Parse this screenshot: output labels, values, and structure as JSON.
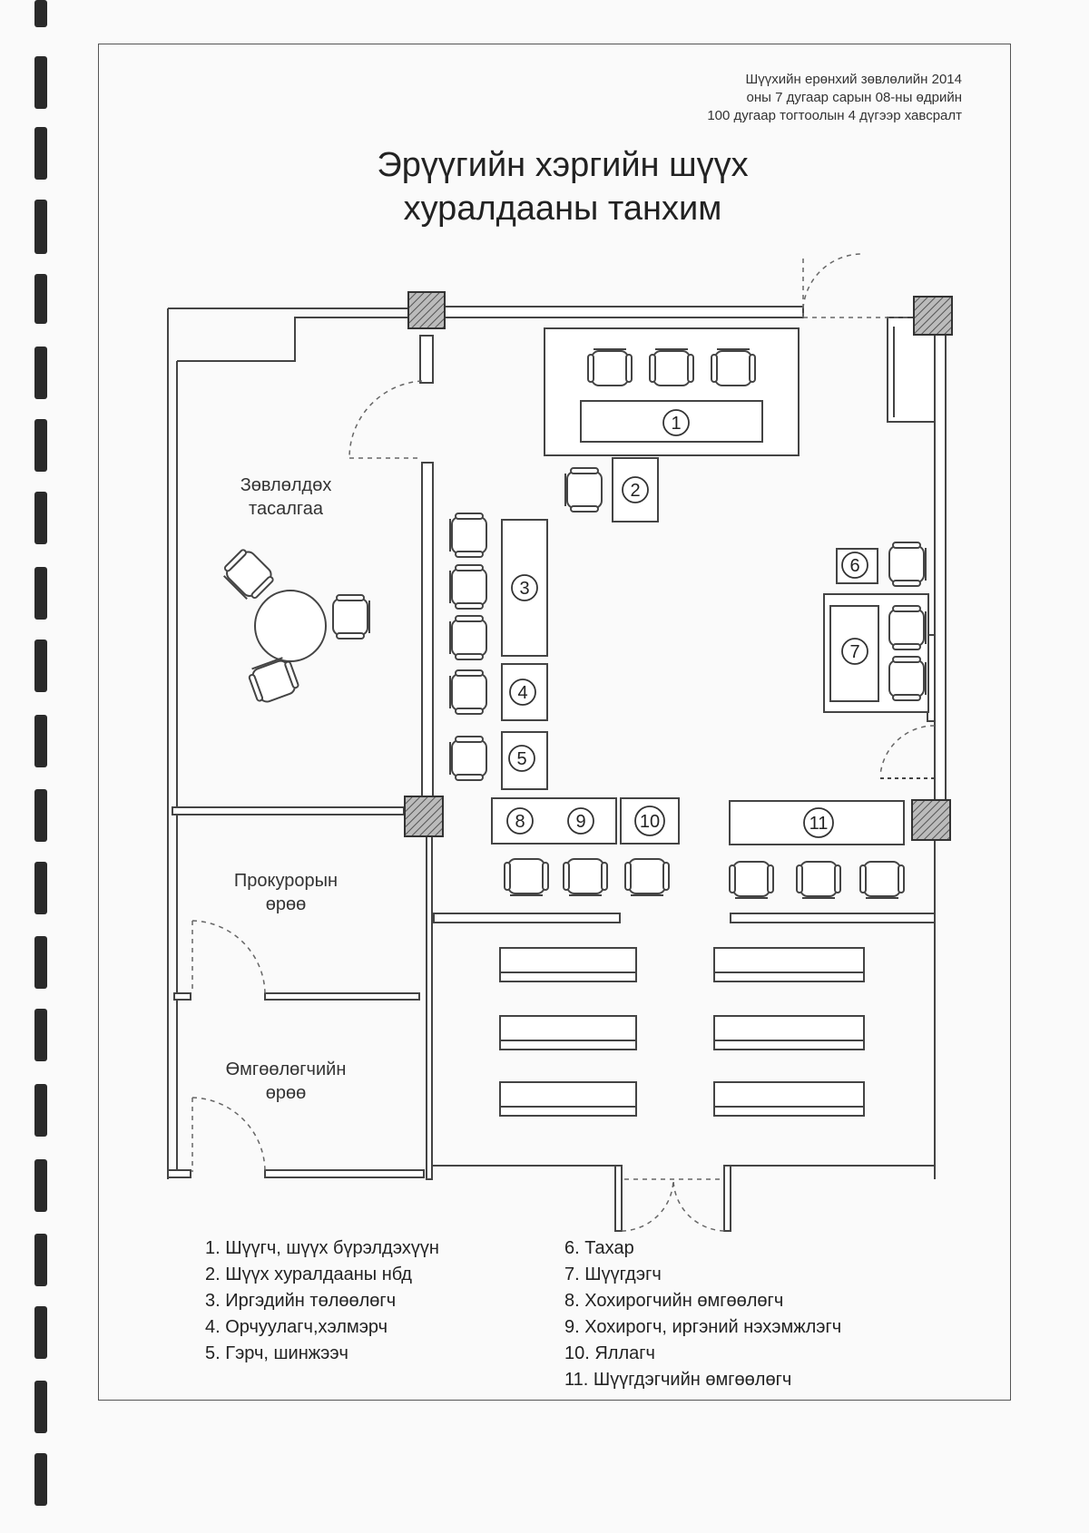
{
  "decree": {
    "line1": "Шүүхийн ерөнхий зөвлөлийн 2014",
    "line2": "оны 7 дугаар сарын 08-ны өдрийн",
    "line3": "100 дугаар тогтоолын 4 дүгээр хавсралт"
  },
  "title": {
    "line1": "Эрүүгийн хэргийн шүүх",
    "line2": "хуралдааны танхим"
  },
  "rooms": {
    "council_room": {
      "line1": "Зөвлөлдөх",
      "line2": "тасалгаа"
    },
    "prosecutor_room": {
      "line1": "Прокурорын",
      "line2": "өрөө"
    },
    "defender_room": {
      "line1": "Өмгөөлөгчийн",
      "line2": "өрөө"
    }
  },
  "markers": [
    "1",
    "2",
    "3",
    "4",
    "5",
    "6",
    "7",
    "8",
    "9",
    "10",
    "11"
  ],
  "legend_left": [
    "1. Шүүгч, шүүх бүрэлдэхүүн",
    "2. Шүүх хуралдааны нбд",
    "3. Иргэдийн төлөөлөгч",
    "4. Орчуулагч,хэлмэрч",
    "5. Гэрч, шинжээч"
  ],
  "legend_right": [
    "6. Тахар",
    "7. Шүүгдэгч",
    "8. Хохирогчийн өмгөөлөгч",
    "9. Хохирогч, иргэний нэхэмжлэгч",
    "10. Яллагч",
    "11. Шүүгдэгчийн өмгөөлөгч"
  ]
}
